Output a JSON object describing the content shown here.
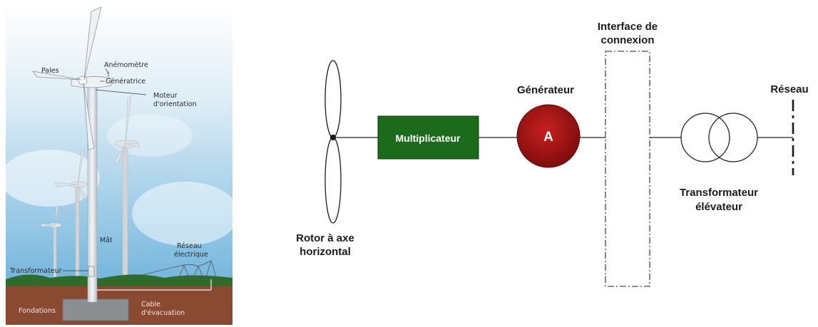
{
  "illustration": {
    "labels": {
      "pales": "Pales",
      "anemometre": "Anémomètre",
      "generatrice": "Génératrice",
      "moteur": [
        "Moteur",
        "d'orientation"
      ],
      "mat": "Mât",
      "reseau_electrique": [
        "Réseau",
        "électrique"
      ],
      "transformateur": "Transformateur",
      "fondations": "Fondations",
      "cable": [
        "Cable",
        "d'évacuation"
      ]
    },
    "colors": {
      "sky_top": "#ffffff",
      "sky_bottom": "#6fb3dc",
      "grass": "#2f6b2a",
      "soil": "#8a4a32",
      "tower": "#e9ecef"
    }
  },
  "schematic": {
    "rotor_label": [
      "Rotor à axe",
      "horizontal"
    ],
    "multiplicateur_label": "Multiplicateur",
    "generateur_label": "Générateur",
    "generateur_symbol": "A",
    "interface_label": [
      "Interface de",
      "connexion"
    ],
    "transformateur_label": [
      "Transformateur",
      "élévateur"
    ],
    "reseau_label": "Réseau",
    "colors": {
      "multiplicateur_fill": "#1c6b1c",
      "generateur_fill": "#a81414",
      "line": "#222222"
    }
  }
}
